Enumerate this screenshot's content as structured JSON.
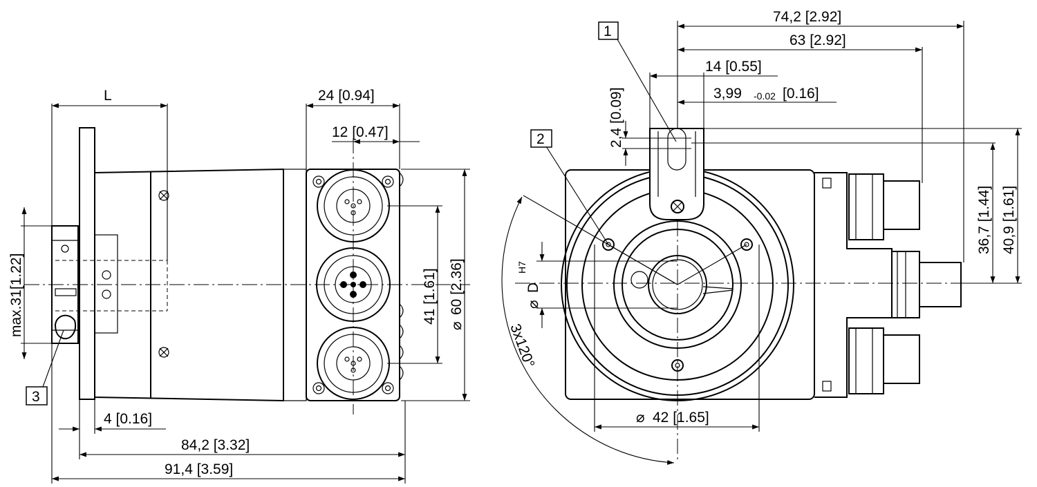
{
  "side_view": {
    "dim_L": "L",
    "dim_24": "24 [0.94]",
    "dim_12": "12 [0.47]",
    "dim_41": "41 [1.61]",
    "dim_60": "60 [2.36]",
    "dim_max31": "max.31[1.22]",
    "dim_4": "4 [0.16]",
    "dim_84": "84,2 [3.32]",
    "dim_91": "91,4 [3.59]",
    "callout_3": "3",
    "diameter_symbol": "⌀"
  },
  "front_view": {
    "dim_74": "74,2 [2.92]",
    "dim_63": "63 [2.92]",
    "dim_14": "14 [0.55]",
    "dim_399_main": "3,99",
    "dim_399_tol": "-0.02",
    "dim_399_inch": "[0.16]",
    "dim_24": "2,4 [0.09]",
    "dim_367": "36,7 [1.44]",
    "dim_409": "40,9 [1.61]",
    "dim_D": "D",
    "dim_D_tol": "H7",
    "dim_42": "42 [1.65]",
    "dim_angle": "3x120°",
    "callout_1": "1",
    "callout_2": "2",
    "diameter_symbol": "⌀"
  }
}
